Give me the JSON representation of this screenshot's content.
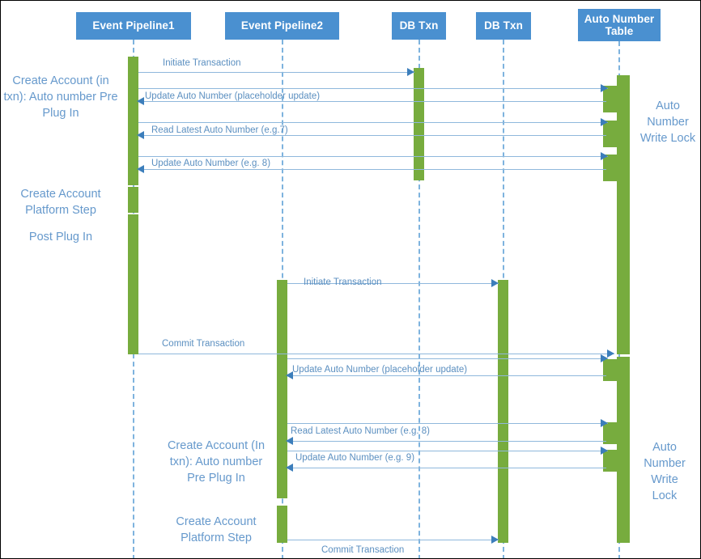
{
  "diagram": {
    "title": "Auto Number Sequence Diagram",
    "colors": {
      "actor_box": "#4A90D0",
      "activation": "#77AC3E",
      "lifeline": "#7EB3DE",
      "message_line": "#8FB8DC",
      "arrow_head": "#3C7EBB",
      "label_text": "#5B8FC0",
      "note_text": "#6699CC",
      "background": "#FFFFFF",
      "border": "#000000"
    },
    "actors": [
      {
        "id": "ep1",
        "label": "Event Pipeline1"
      },
      {
        "id": "ep2",
        "label": "Event Pipeline2"
      },
      {
        "id": "dbt1",
        "label": "DB Txn"
      },
      {
        "id": "dbt2",
        "label": "DB Txn"
      },
      {
        "id": "ant",
        "label": "Auto Number Table"
      }
    ],
    "messages": [
      {
        "id": "m1",
        "label": "Initiate Transaction",
        "from": "ep1",
        "to": "dbt1",
        "direction": "right"
      },
      {
        "id": "m2",
        "label": "Update Auto Number (placeholder update)",
        "from": "ant",
        "to": "ep1",
        "direction": "left"
      },
      {
        "id": "m3",
        "label": "Read Latest Auto Number (e.g.7)",
        "from": "ant",
        "to": "ep1",
        "direction": "left"
      },
      {
        "id": "m4",
        "label": "Update Auto Number (e.g. 8)",
        "from": "ant",
        "to": "ep1",
        "direction": "left"
      },
      {
        "id": "m5",
        "label": "Initiate Transaction",
        "from": "ep2",
        "to": "dbt2",
        "direction": "right"
      },
      {
        "id": "m6",
        "label": "Commit Transaction",
        "from": "ep1",
        "to": "ant",
        "direction": "right"
      },
      {
        "id": "m7",
        "label": "Update Auto Number (placeholder update)",
        "from": "ant",
        "to": "ep2",
        "direction": "left"
      },
      {
        "id": "m8",
        "label": "Read Latest Auto Number (e.g. 8)",
        "from": "ant",
        "to": "ep2",
        "direction": "left"
      },
      {
        "id": "m9",
        "label": "Update Auto Number (e.g. 9)",
        "from": "ant",
        "to": "ep2",
        "direction": "left"
      },
      {
        "id": "m10",
        "label": "Commit Transaction",
        "from": "ep2",
        "to": "dbt2",
        "direction": "right"
      }
    ],
    "notes": [
      {
        "id": "n1",
        "text": "Create Account (in txn): Auto number Pre Plug In",
        "side": "left"
      },
      {
        "id": "n2",
        "text": "Create Account Platform Step",
        "side": "left"
      },
      {
        "id": "n3",
        "text": "Post Plug In",
        "side": "left"
      },
      {
        "id": "n4",
        "text": "Auto Number Write Lock",
        "side": "right"
      },
      {
        "id": "n5",
        "text": "Create Account (In txn): Auto number Pre Plug In",
        "side": "left"
      },
      {
        "id": "n6",
        "text": "Create Account Platform Step",
        "side": "left"
      },
      {
        "id": "n7",
        "text": "Auto Number Write Lock",
        "side": "right"
      }
    ]
  }
}
